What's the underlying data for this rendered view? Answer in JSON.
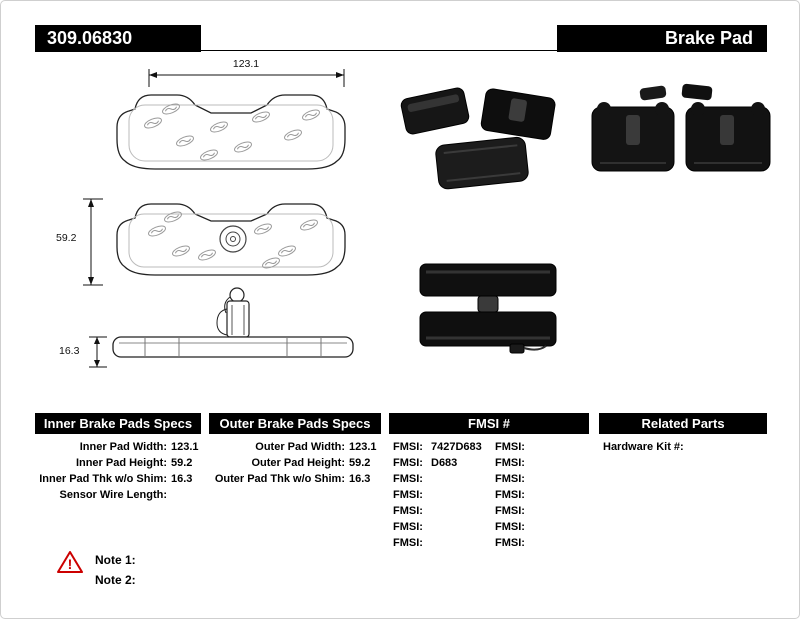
{
  "header": {
    "part_number": "309.06830",
    "product_type": "Brake Pad"
  },
  "colors": {
    "header_bar": "#000000",
    "warning_red": "#cc0000"
  },
  "drawing": {
    "width_dim": "123.1",
    "height_dim": "59.2",
    "thickness_dim": "16.3"
  },
  "sections": {
    "inner": {
      "title": "Inner Brake Pads Specs",
      "rows": [
        {
          "label": "Inner Pad Width:",
          "value": "123.1"
        },
        {
          "label": "Inner Pad Height:",
          "value": "59.2"
        },
        {
          "label": "Inner Pad Thk w/o Shim:",
          "value": "16.3"
        },
        {
          "label": "Sensor Wire Length:",
          "value": ""
        }
      ]
    },
    "outer": {
      "title": "Outer Brake Pads Specs",
      "rows": [
        {
          "label": "Outer Pad Width:",
          "value": "123.1"
        },
        {
          "label": "Outer Pad Height:",
          "value": "59.2"
        },
        {
          "label": "Outer Pad Thk w/o Shim:",
          "value": "16.3"
        }
      ]
    },
    "fmsi": {
      "title": "FMSI #",
      "left_rows": [
        {
          "label": "FMSI:",
          "value": "7427D683"
        },
        {
          "label": "FMSI:",
          "value": "D683"
        },
        {
          "label": "FMSI:",
          "value": ""
        },
        {
          "label": "FMSI:",
          "value": ""
        },
        {
          "label": "FMSI:",
          "value": ""
        },
        {
          "label": "FMSI:",
          "value": ""
        },
        {
          "label": "FMSI:",
          "value": ""
        }
      ],
      "right_rows": [
        {
          "label": "FMSI:",
          "value": ""
        },
        {
          "label": "FMSI:",
          "value": ""
        },
        {
          "label": "FMSI:",
          "value": ""
        },
        {
          "label": "FMSI:",
          "value": ""
        },
        {
          "label": "FMSI:",
          "value": ""
        },
        {
          "label": "FMSI:",
          "value": ""
        },
        {
          "label": "FMSI:",
          "value": ""
        }
      ]
    },
    "related": {
      "title": "Related Parts",
      "rows": [
        {
          "label": "Hardware Kit #:",
          "value": ""
        }
      ]
    }
  },
  "notes": {
    "warning_glyph": "!",
    "note1": "Note 1:",
    "note2": "Note 2:"
  }
}
